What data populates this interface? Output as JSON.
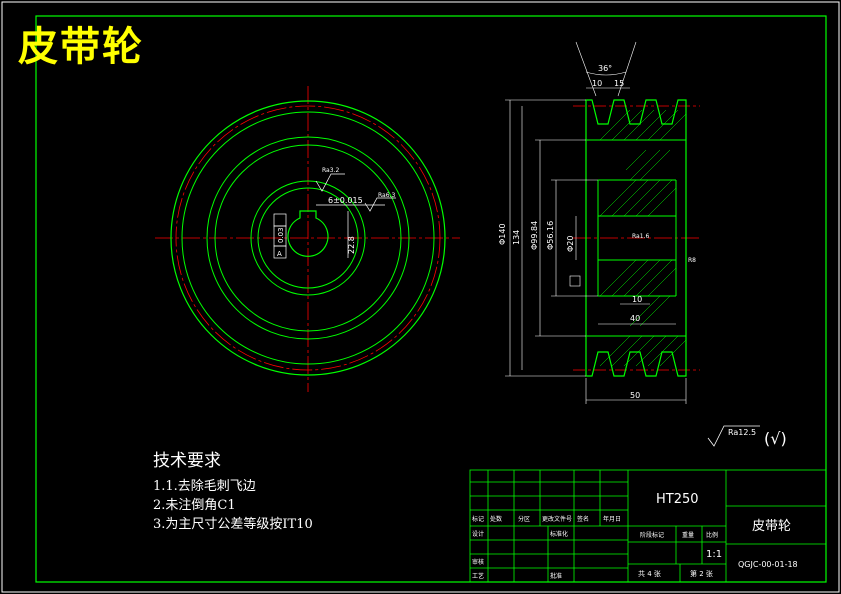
{
  "title": "皮带轮",
  "notes": {
    "heading": "技术要求",
    "items": [
      "1.1.去除毛刺飞边",
      "2.未注倒角C1",
      "3.为主尺寸公差等级按IT10"
    ]
  },
  "dims": {
    "d140": "Φ140",
    "d134": "134",
    "d9984": "Φ99.84",
    "d5616": "Φ56.16",
    "d20": "Φ20",
    "w50": "50",
    "w40": "40",
    "w10": "10",
    "g10": "10",
    "g15": "15",
    "ang": "36°",
    "key_w": "6±0.015",
    "key_h": "22.8",
    "ra32": "Ra3.2",
    "ra63": "Ra6.3",
    "ra16": "Ra1.6",
    "tol": "0.03",
    "datum": "A",
    "r8": "R8",
    "rough_total": "Ra12.5",
    "rough_paren": "(√)"
  },
  "titleblock": {
    "material": "HT250",
    "part_name": "皮带轮",
    "drawing_no": "QGJC-00-01-18",
    "scale": "1:1",
    "sheets_total": "共 4 张",
    "sheet_no": "第 2 张",
    "labels": {
      "mark": "标记",
      "count": "处数",
      "zone": "分区",
      "change_doc": "更改文件号",
      "sign": "签名",
      "date": "年月日",
      "stage_mark": "阶段标记",
      "weight": "重量",
      "scale_l": "比例",
      "design": "设计",
      "standard": "标准化",
      "check": "审核",
      "process": "工艺",
      "approve": "批准"
    }
  },
  "colors": {
    "outline": "#00ff00",
    "center": "#ff0000",
    "dim": "#ffffff",
    "hatch": "#00ff00",
    "title": "#ffff00"
  }
}
